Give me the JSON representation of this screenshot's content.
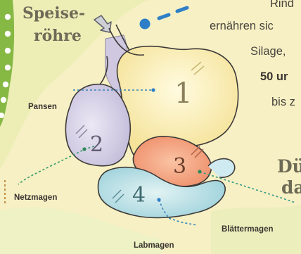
{
  "diagram": {
    "esophagus_label": [
      "Speise-",
      "röhre"
    ],
    "parts": [
      {
        "number": "1",
        "name": "Pansen"
      },
      {
        "number": "2",
        "name": "Netzmagen"
      },
      {
        "number": "3",
        "name": "Blättermagen"
      },
      {
        "number": "4",
        "name": "Labmagen"
      }
    ],
    "right_text": {
      "line1": "Rind",
      "line2": "ernähren sic",
      "line3": "Silage, ",
      "line4": "50 ur",
      "line5": "bis z",
      "big1": "Dü",
      "big2": "da"
    }
  },
  "colors": {
    "background_light": "#f6f0c4",
    "background_green": "#8fc24a",
    "rumen": "#f8e8a8",
    "reticulum": "#d6d0e6",
    "omasum": "#f0a080",
    "abomasum": "#b8e0e6",
    "arrow_blue": "#2e7fc7"
  }
}
